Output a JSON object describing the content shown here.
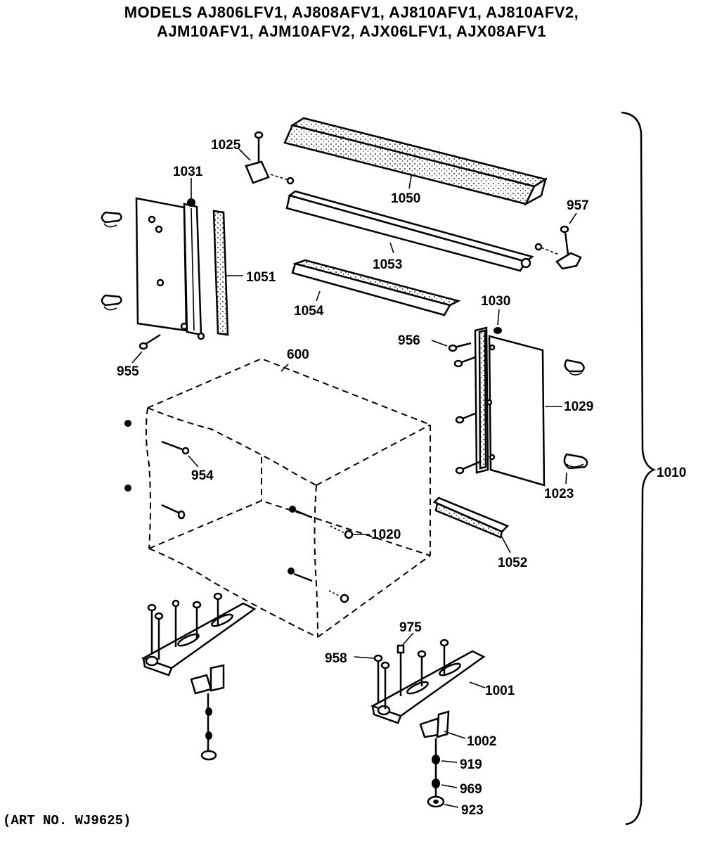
{
  "header": {
    "line1": "MODELS AJ806LFV1, AJ808AFV1, AJ810AFV1, AJ810AFV2,",
    "line2": "AJM10AFV1, AJM10AFV2, AJX06LFV1, AJX08AFV1"
  },
  "art_number": "(ART NO. WJ9625)",
  "callouts": {
    "p1025": "1025",
    "p1031": "1031",
    "p1050": "1050",
    "p957": "957",
    "p1051": "1051",
    "p1053": "1053",
    "p1054": "1054",
    "p1030": "1030",
    "p956": "956",
    "p955": "955",
    "p600": "600",
    "p1029": "1029",
    "p954": "954",
    "p1023": "1023",
    "p1010": "1010",
    "p1020": "1020",
    "p1052": "1052",
    "p975": "975",
    "p958": "958",
    "p1001": "1001",
    "p1002": "1002",
    "p919": "919",
    "p969": "969",
    "p923": "923"
  }
}
